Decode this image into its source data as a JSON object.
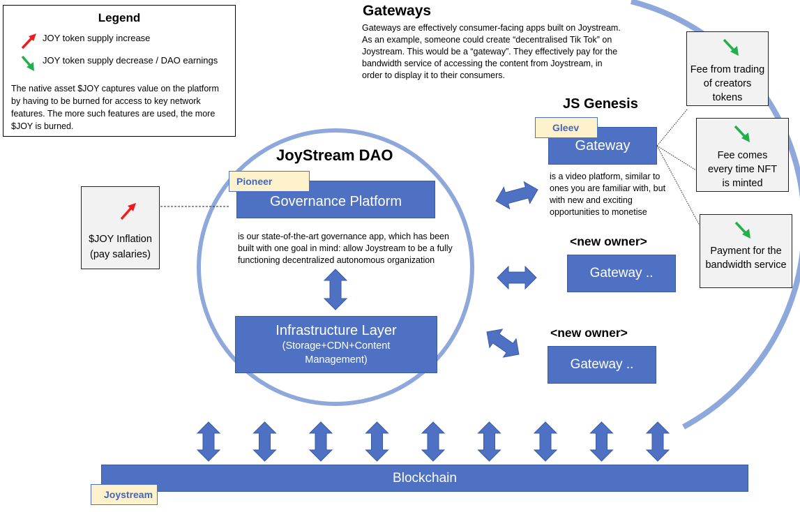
{
  "legend": {
    "title": "Legend",
    "items": [
      {
        "icon": "red-arrow-up-icon",
        "label": "JOY token supply increase",
        "color": "#ee1c1c"
      },
      {
        "icon": "green-arrow-down-icon",
        "label": "JOY token supply decrease / DAO earnings",
        "color": "#22b04c"
      }
    ],
    "description": "The native asset $JOY captures value on the platform by having to be burned for access to key network features. The more such features are used, the more $JOY is burned."
  },
  "gateways_section": {
    "title": "Gateways",
    "description": "Gateways are effectively consumer-facing apps built on Joystream. As an example, someone could create “decentralised Tik Tok” on Joystream. This would be a “gateway”. They effectively pay for the bandwidth service of accessing the content from Joystream, in order to display it to their consumers."
  },
  "dao": {
    "title": "JoyStream DAO",
    "governance": {
      "tag": "Pioneer",
      "label": "Governance Platform",
      "description": "is our state-of-the-art governance app, which has been built with one goal in mind: allow Joystream to be a fully functioning decentralized autonomous organization"
    },
    "infrastructure": {
      "label": "Infrastructure Layer",
      "sublabel": "(Storage+CDN+Content Management)"
    }
  },
  "inflation": {
    "label": "$JOY Inflation (pay salaries)",
    "icon": "red-arrow-up-icon"
  },
  "js_genesis": {
    "title": "JS Genesis",
    "tag": "Gleev",
    "label": "Gateway",
    "description": "is a video platform, similar to ones you are familiar with, but with new and exciting opportunities to monetise"
  },
  "new_gateways": [
    {
      "owner": "<new owner>",
      "label": "Gateway .."
    },
    {
      "owner": "<new owner>",
      "label": "Gateway .."
    }
  ],
  "fees": [
    {
      "icon": "green-arrow-down-icon",
      "label": "Fee from trading of creators tokens"
    },
    {
      "icon": "green-arrow-down-icon",
      "label": "Fee comes every time NFT is minted"
    },
    {
      "icon": "green-arrow-down-icon",
      "label": "Payment for the bandwidth service"
    }
  ],
  "blockchain": {
    "label": "Blockchain",
    "tag": "Joystream",
    "connector_count": 9
  },
  "colors": {
    "primary_blue": "#4f71c3",
    "ring_blue": "#8fa8dc",
    "tag_fill": "#fdf2cc",
    "fee_box_fill": "#f2f2f2",
    "increase_red": "#ee1c1c",
    "decrease_green": "#22b04c"
  }
}
